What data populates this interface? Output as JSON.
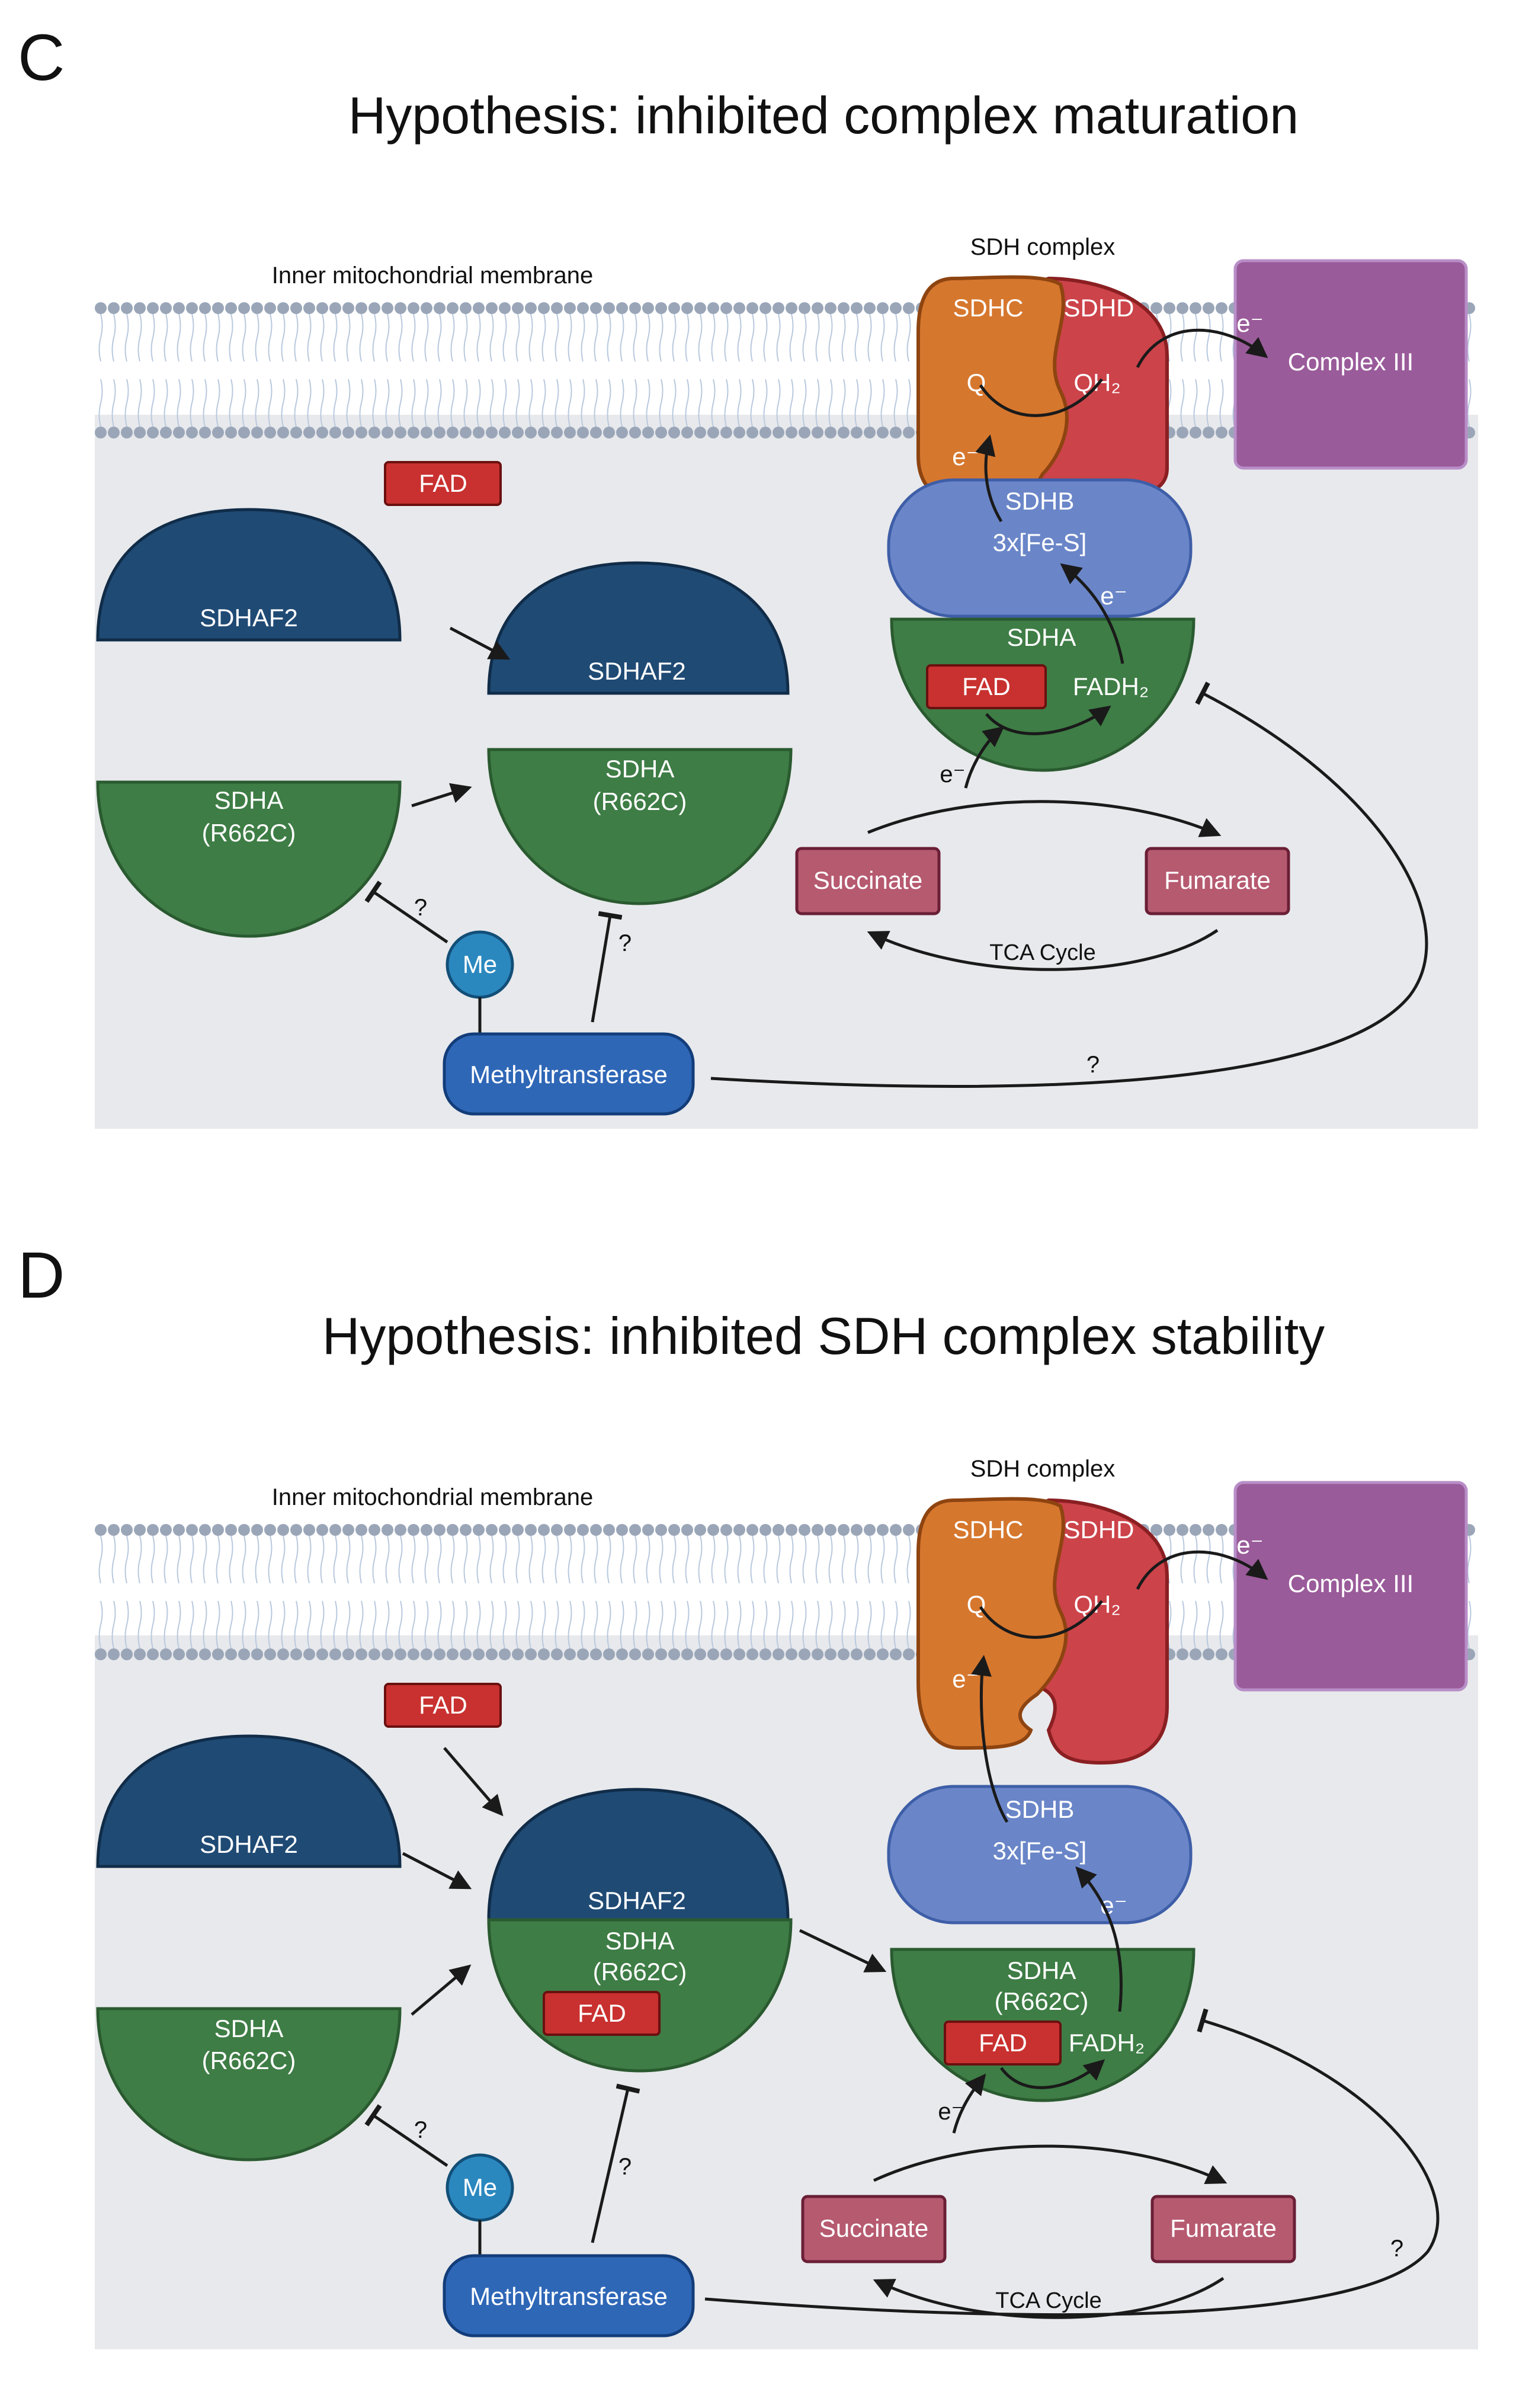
{
  "colors": {
    "cytoplasm_bg": "#e8e9ec",
    "lipid_head": "#9aa6b8",
    "lipid_tail": "#b9c9de",
    "sdhaf2": "#1f4a74",
    "sdha": "#3e7d45",
    "sdhb": "#6a86c8",
    "sdhc": "#d6772e",
    "sdhd": "#cc434a",
    "complex3": "#9a5b9a",
    "fad": "#c8312f",
    "tca_box": "#b65a70",
    "me": "#2b88bf",
    "methyltransferase": "#2f67b7",
    "arrow": "#1a1a1a"
  },
  "panels": [
    {
      "letter": "C",
      "title": "Hypothesis: inhibited complex maturation",
      "membrane_label": "Inner mitochondrial membrane",
      "sdh_complex_label": "SDH complex",
      "sdhc": "SDHC",
      "sdhd": "SDHD",
      "q": "Q",
      "qh2": "QH₂",
      "e_minus": "e⁻",
      "complex3": "Complex III",
      "sdhb": "SDHB",
      "fes": "3x[Fe-S]",
      "sdha_name": "SDHA",
      "fad": "FAD",
      "fadh2": "FADH₂",
      "sdhaf2": "SDHAF2",
      "sdha_mut_1": "SDHA",
      "sdha_mut_2": "(R662C)",
      "succinate": "Succinate",
      "fumarate": "Fumarate",
      "tca": "TCA Cycle",
      "me": "Me",
      "methyltransferase": "Methyltransferase",
      "question": "?"
    },
    {
      "letter": "D",
      "title": "Hypothesis: inhibited SDH complex stability",
      "membrane_label": "Inner mitochondrial membrane",
      "sdh_complex_label": "SDH complex",
      "sdhc": "SDHC",
      "sdhd": "SDHD",
      "q": "Q",
      "qh2": "QH₂",
      "e_minus": "e⁻",
      "complex3": "Complex III",
      "sdhb": "SDHB",
      "fes": "3x[Fe-S]",
      "sdha_name": "SDHA",
      "fad": "FAD",
      "fadh2": "FADH₂",
      "sdhaf2": "SDHAF2",
      "sdha_mut_1": "SDHA",
      "sdha_mut_2": "(R662C)",
      "succinate": "Succinate",
      "fumarate": "Fumarate",
      "tca": "TCA Cycle",
      "me": "Me",
      "methyltransferase": "Methyltransferase",
      "question": "?"
    }
  ]
}
